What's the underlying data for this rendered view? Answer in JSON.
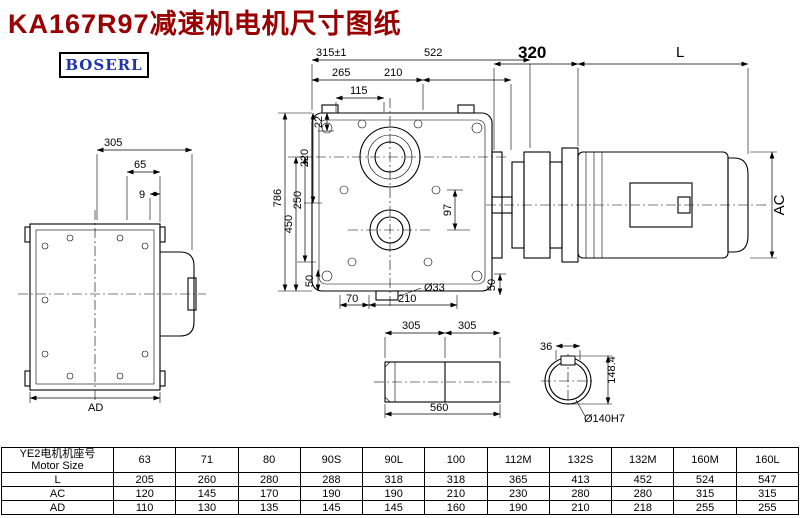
{
  "header": {
    "title": "KA167R97减速机电机尺寸图纸",
    "logo": "BOSERL"
  },
  "drawing": {
    "left_view": {
      "d305": "305",
      "d65": "65",
      "d9": "9",
      "dAD": "AD"
    },
    "front_view": {
      "d315": "315±1",
      "d522": "522",
      "d265": "265",
      "d210_top": "210",
      "d115": "115",
      "d22": "22",
      "d220": "220",
      "d250": "250",
      "d450": "450",
      "d786": "786",
      "d97": "97",
      "d50_left": "50",
      "d70": "70",
      "d210_bottom": "210",
      "d33": "Ø33",
      "d50_right": "50"
    },
    "motor_view": {
      "d320": "320",
      "dL": "L",
      "dAC": "AC"
    },
    "shaft_view": {
      "d305_left": "305",
      "d305_right": "305",
      "d560": "560"
    },
    "bore_view": {
      "d36": "36",
      "d148": "148.4",
      "d140": "Ø140H7"
    }
  },
  "table": {
    "row_header": {
      "line1": "YE2电机机座号",
      "line2": "Motor Size"
    },
    "sizes": [
      "63",
      "71",
      "80",
      "90S",
      "90L",
      "100",
      "112M",
      "132S",
      "132M",
      "160M",
      "160L"
    ],
    "rows": [
      {
        "label": "L",
        "values": [
          "205",
          "260",
          "280",
          "288",
          "318",
          "318",
          "365",
          "413",
          "452",
          "524",
          "547"
        ]
      },
      {
        "label": "AC",
        "values": [
          "120",
          "145",
          "170",
          "190",
          "190",
          "210",
          "230",
          "280",
          "280",
          "315",
          "315"
        ]
      },
      {
        "label": "AD",
        "values": [
          "110",
          "130",
          "135",
          "145",
          "145",
          "160",
          "190",
          "210",
          "218",
          "255",
          "255"
        ]
      }
    ]
  },
  "colors": {
    "title_red": "#990000",
    "logo_blue": "#1f35a8",
    "line": "#000000"
  }
}
